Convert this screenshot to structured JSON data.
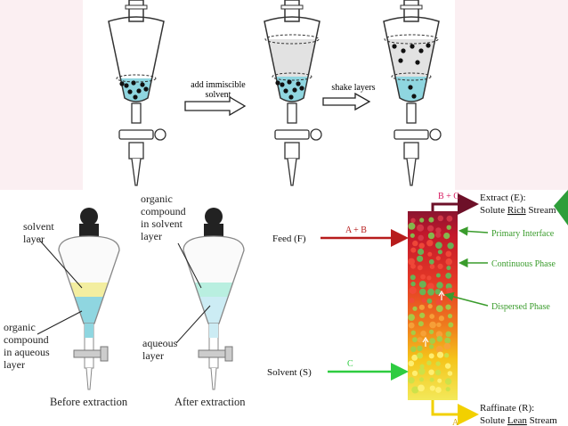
{
  "top_panel": {
    "step1_label_line1": "add immiscible",
    "step1_label_line2": "solvent",
    "step2_label": "shake layers"
  },
  "left_panel": {
    "solvent_layer_line1": "solvent",
    "solvent_layer_line2": "layer",
    "organic_aqueous_line1": "organic",
    "organic_aqueous_line2": "compound",
    "organic_aqueous_line3": "in aqueous",
    "organic_aqueous_line4": "layer",
    "organic_solvent_line1": "organic",
    "organic_solvent_line2": "compound",
    "organic_solvent_line3": "in solvent",
    "organic_solvent_line4": "layer",
    "aqueous_layer_line1": "aqueous",
    "aqueous_layer_line2": "layer",
    "caption_before": "Before extraction",
    "caption_after": "After extraction"
  },
  "right_panel": {
    "feed_label": "Feed (F)",
    "feed_stream": "A + B",
    "solvent_label": "Solvent (S)",
    "solvent_stream": "C",
    "extract_stream": "B + C",
    "extract_line1": "Extract (E):",
    "extract_line2_a": "Solute ",
    "extract_line2_b": "Rich",
    "extract_line2_c": " Stream",
    "primary_interface": "Primary Interface",
    "continuous_phase": "Continuous Phase",
    "dispersed_phase": "Dispersed Phase",
    "raffinate_stream": "A",
    "raffinate_line1": "Raffinate (R):",
    "raffinate_line2_a": "Solute ",
    "raffinate_line2_b": "Lean",
    "raffinate_line2_c": " Stream"
  },
  "colors": {
    "aqueous_blue": "#8fd6e0",
    "solvent_yellow": "#f3eea0",
    "solvent_green": "#b9efe0",
    "feed_red": "#b71c1c",
    "solvent_arrow_green": "#2ecc40",
    "extract_maroon": "#6d1028",
    "label_green": "#3a9c2c",
    "raffinate_yellow": "#f2d000"
  }
}
